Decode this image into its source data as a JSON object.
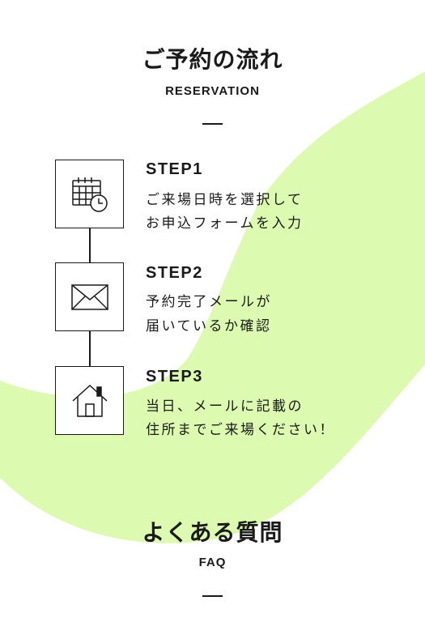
{
  "colors": {
    "accent": "#ddfbb0",
    "ink": "#1a1a1a",
    "background": "#ffffff"
  },
  "reservation": {
    "title": "ご予約の流れ",
    "subtitle": "RESERVATION",
    "steps": [
      {
        "label": "STEP1",
        "lines": [
          "ご来場日時を選択して",
          "お申込フォームを入力"
        ],
        "icon": "calendar-clock-icon"
      },
      {
        "label": "STEP2",
        "lines": [
          "予約完了メールが",
          "届いているか確認"
        ],
        "icon": "envelope-icon"
      },
      {
        "label": "STEP3",
        "lines": [
          "当日、メールに記載の",
          "住所までご来場ください！"
        ],
        "icon": "house-icon"
      }
    ]
  },
  "faq": {
    "title": "よくある質問",
    "subtitle": "FAQ"
  }
}
